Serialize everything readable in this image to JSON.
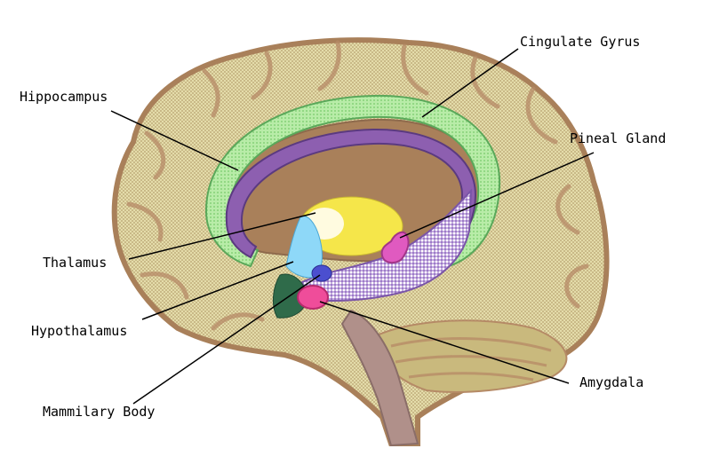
{
  "labels": {
    "cingulate_gyrus": "Cingulate Gyrus",
    "hippocampus": "Hippocampus",
    "pineal_gland": "Pineal Gland",
    "thalamus": "Thalamus",
    "hypothalamus": "Hypothalamus",
    "amygdala": "Amygdala",
    "mammilary_body": "Mammilary Body"
  },
  "colors": {
    "cortex": "#d8cf98",
    "cortex_shadow": "#a9805a",
    "gyrus_fold": "#b58a66",
    "cerebellum": "#c9b97d",
    "cingulate_gyrus": "#a8e39b",
    "hippocampus": "#8d5fb0",
    "fornix": "#b79ad6",
    "thalamus": "#f5e64a",
    "hypothalamus": "#8ed8f8",
    "mammilary_body": "#4b4fcf",
    "pineal_gland": "#e05ac0",
    "amygdala": "#ef4d9a",
    "pituitary": "#2f6b4a",
    "brainstem": "#b0908a"
  }
}
